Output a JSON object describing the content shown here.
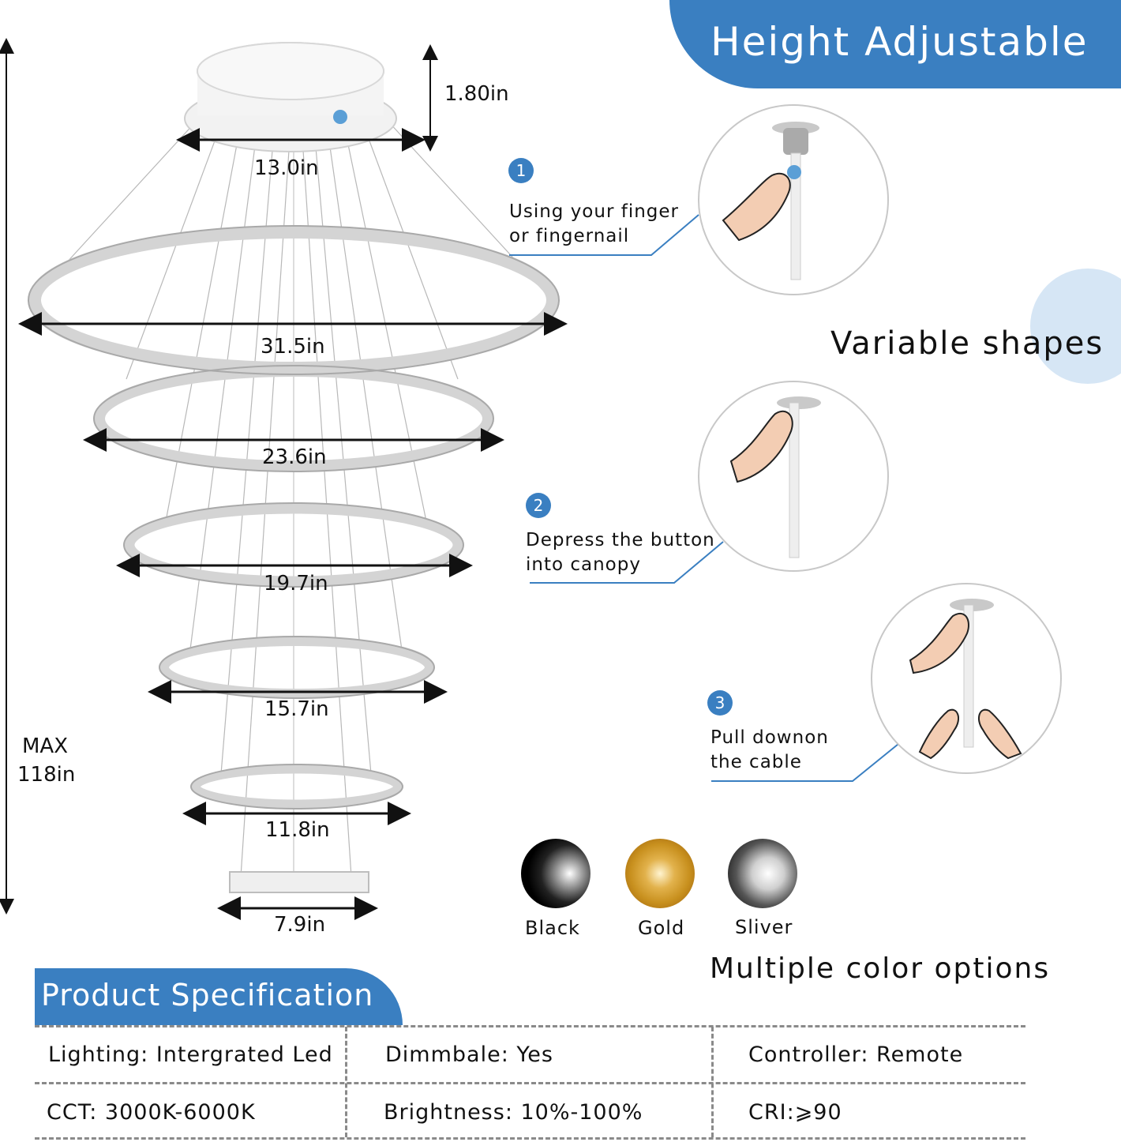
{
  "header": {
    "title": "Height Adjustable"
  },
  "dimensions": {
    "canopy_height": "1.80in",
    "canopy_width": "13.0in",
    "ring1": "31.5in",
    "ring2": "23.6in",
    "ring3": "19.7in",
    "ring4": "15.7in",
    "ring5": "11.8in",
    "ring6": "7.9in",
    "max_height_line1": "MAX",
    "max_height_line2": "118in"
  },
  "steps": [
    {
      "num": "1",
      "line1": "Using your finger",
      "line2": "or fingernail"
    },
    {
      "num": "2",
      "line1": "Depress the button",
      "line2": "into canopy"
    },
    {
      "num": "3",
      "line1": "Pull downon",
      "line2": "the cable"
    }
  ],
  "variable_shapes": "Variable shapes",
  "colors": {
    "title": "Multiple color options",
    "options": [
      "Black",
      "Gold",
      "Sliver"
    ],
    "accent": "#3a7fc1"
  },
  "spec": {
    "title": "Product Specification",
    "rows": [
      [
        "Lighting: Intergrated Led",
        "Dimmbale: Yes",
        "Controller: Remote"
      ],
      [
        "CCT: 3000K-6000K",
        "Brightness: 10%-100%",
        "CRI:⩾90"
      ]
    ]
  }
}
